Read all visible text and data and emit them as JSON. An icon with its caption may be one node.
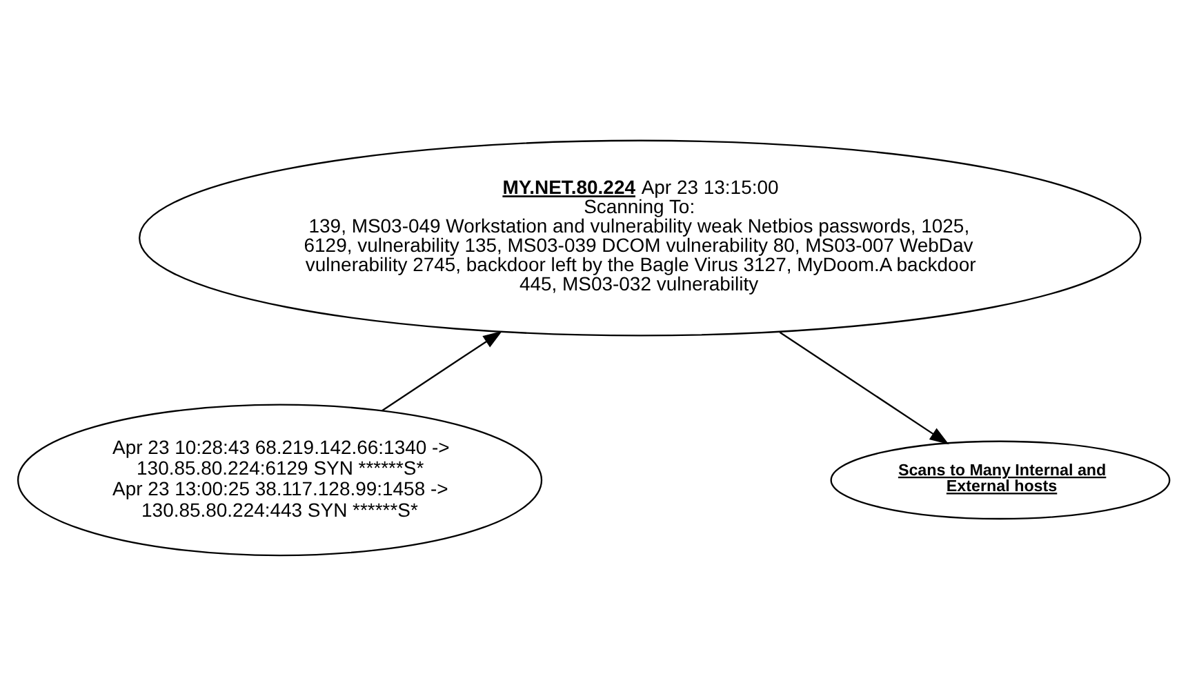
{
  "diagram": {
    "nodes": [
      {
        "text": [
          "**MY.NET.80.224** Apr 23 13:15:00",
          "Scanning To:",
          "139, MS03-049 Workstation and vulnerability weak Netbios passwords, 1025, 6129, vulnerability 135, MS03-039 DCOM vulnerability 80, MS03-007 WebDav vulnerability 2745, backdoor left by the Bagle Virus 3127, MyDoom.A backdoor 445, MS03-032 vulnerability"
        ]
      },
      {
        "text": [
          "Apr 23 10:28:43 68.219.142.66:1340 -> 130.85.80.224:6129 SYN ******S*",
          "Apr 23 13:00:25 38.117.128.99:1458 -> 130.85.80.224:443 SYN ******S*"
        ]
      },
      {
        "text": [
          "Scans to Many Internal and External hosts"
        ]
      }
    ],
    "edges": [
      {
        "from": 1,
        "to": 0,
        "arrow": "to"
      },
      {
        "from": 0,
        "to": 2,
        "arrow": "to"
      }
    ]
  }
}
